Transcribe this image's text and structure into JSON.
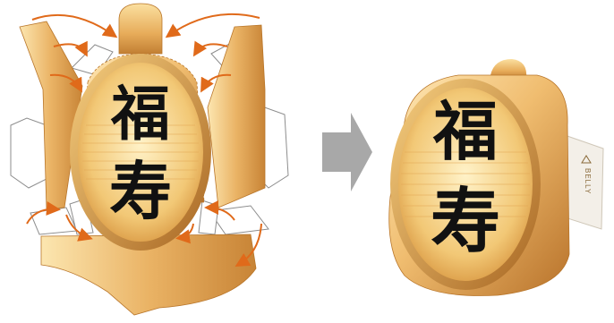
{
  "diagram": {
    "net": {
      "emblem_chars": [
        "福",
        "寿"
      ]
    },
    "assembled": {
      "emblem_chars": [
        "福",
        "寿"
      ],
      "side_tab_label": "BELLY",
      "side_tab_icon": "triangle-icon"
    },
    "arrow_icon": "right-arrow-icon",
    "colors": {
      "gold_light": "#fbe2a6",
      "gold_mid": "#e8b060",
      "gold_dark": "#b9762a",
      "fold_arrow": "#e06a1a",
      "transition_arrow": "#a8a8a8",
      "outline": "#8d8d8d",
      "glyph": "#111111"
    }
  }
}
